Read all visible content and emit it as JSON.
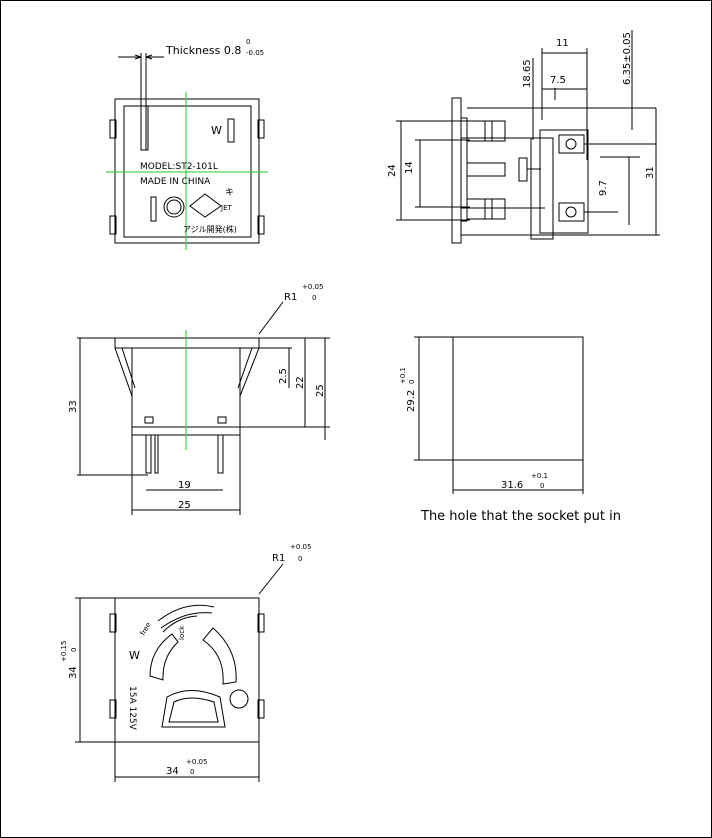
{
  "drawing": {
    "thickness": {
      "label": "Thickness 0.8",
      "tol_upper": "0",
      "tol_lower": "-0.05"
    },
    "front_view": {
      "model": "MODEL:ST2-101L",
      "made_in": "MADE IN CHINA",
      "maker": "アジル開発(株)",
      "jet_mark": "JET",
      "ki_mark": "キ",
      "w_mark": "W"
    },
    "side_view": {
      "dim_top_width": "11",
      "dim_186": "18.65",
      "dim_75": "7.5",
      "dim_635": "6.35±0.05",
      "dim_24": "24",
      "dim_14": "14",
      "dim_97": "9.7",
      "dim_31": "31"
    },
    "bottom_view": {
      "radius": "R1",
      "r_tol_upper": "+0.05",
      "r_tol_lower": "0",
      "dim_33": "33",
      "dim_25a": "2.5",
      "dim_22": "22",
      "dim_25b": "25",
      "dim_19": "19",
      "dim_25c": "25"
    },
    "hole_view": {
      "height": "29.2",
      "h_tol_upper": "+0.1",
      "h_tol_lower": "0",
      "width": "31.6",
      "w_tol_upper": "+0.1",
      "w_tol_lower": "0",
      "caption": "The hole that the socket put in"
    },
    "face_view": {
      "radius": "R1",
      "r_tol_upper": "+0.05",
      "r_tol_lower": "0",
      "height": "34",
      "h_tol_upper": "+0.15",
      "h_tol_lower": "0",
      "width": "34",
      "w_tol_upper": "+0.05",
      "w_tol_lower": "0",
      "w_mark": "W",
      "rating": "15A 125V",
      "free": "free",
      "lock": "lock"
    }
  }
}
